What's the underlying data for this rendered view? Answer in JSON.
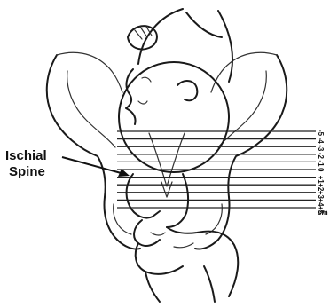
{
  "annotation": {
    "line1": "Ischial",
    "line2": "Spine"
  },
  "stations": [
    "-5",
    "-4",
    "-3",
    "-2",
    "-1",
    "0",
    "+1",
    "+2",
    "+3",
    "+4",
    "+5"
  ],
  "unit_label": "cm"
}
